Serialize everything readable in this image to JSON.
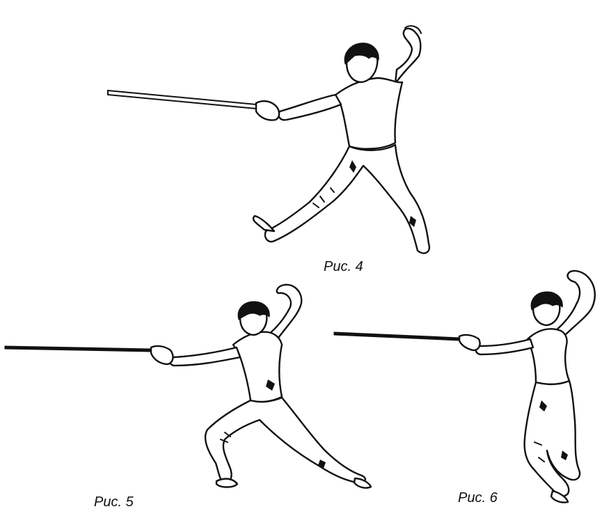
{
  "figures": [
    {
      "id": "fig4",
      "caption": "Рис. 4"
    },
    {
      "id": "fig5",
      "caption": "Рис. 5"
    },
    {
      "id": "fig6",
      "caption": "Рис. 6"
    }
  ],
  "colors": {
    "ink": "#111111",
    "paper": "#ffffff"
  }
}
